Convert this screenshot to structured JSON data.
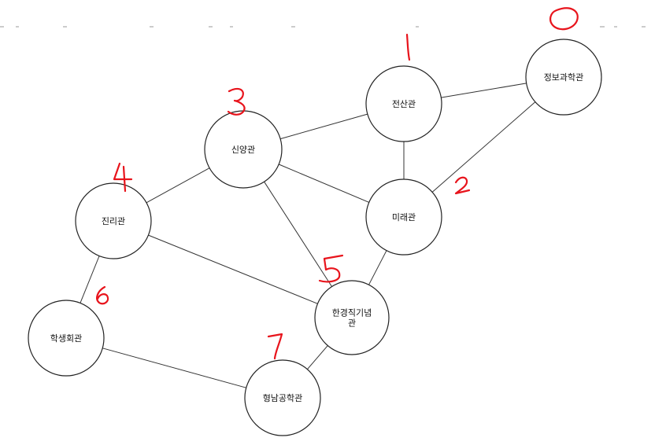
{
  "diagram": {
    "nodes": [
      {
        "id": "jeongbo",
        "lines": [
          "정보과학관"
        ],
        "number": "0"
      },
      {
        "id": "jeonsan",
        "lines": [
          "전산관"
        ],
        "number": "1"
      },
      {
        "id": "mirae",
        "lines": [
          "미래관"
        ],
        "number": "2"
      },
      {
        "id": "sinyang",
        "lines": [
          "신양관"
        ],
        "number": "3"
      },
      {
        "id": "jinri",
        "lines": [
          "진리관"
        ],
        "number": "4"
      },
      {
        "id": "hangyeong",
        "lines": [
          "한경직기념",
          "관"
        ],
        "number": "5"
      },
      {
        "id": "haksaeng",
        "lines": [
          "학생회관"
        ],
        "number": "6"
      },
      {
        "id": "hyeongnam",
        "lines": [
          "형남공학관"
        ],
        "number": "7"
      }
    ],
    "edges": [
      [
        "jeonsan",
        "jeongbo"
      ],
      [
        "jeonsan",
        "sinyang"
      ],
      [
        "jeonsan",
        "mirae"
      ],
      [
        "jeongbo",
        "mirae"
      ],
      [
        "sinyang",
        "jinri"
      ],
      [
        "sinyang",
        "mirae"
      ],
      [
        "sinyang",
        "hangyeong"
      ],
      [
        "mirae",
        "hangyeong"
      ],
      [
        "jinri",
        "hangyeong"
      ],
      [
        "jinri",
        "haksaeng"
      ],
      [
        "haksaeng",
        "hyeongnam"
      ],
      [
        "hangyeong",
        "hyeongnam"
      ]
    ],
    "colors": {
      "annotation": "#e8141c",
      "node_stroke": "#222222",
      "edge": "#333333"
    }
  }
}
